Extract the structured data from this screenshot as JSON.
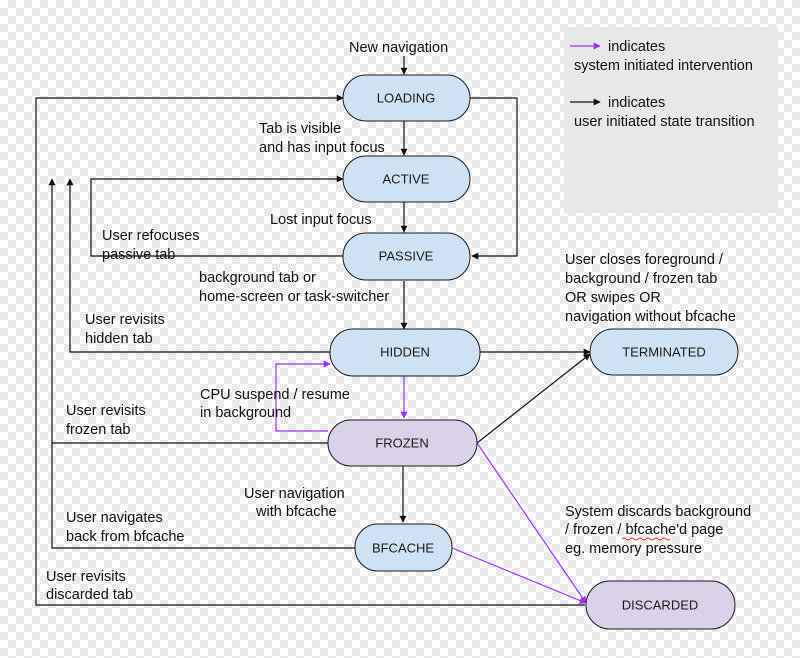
{
  "colors": {
    "node_blue": "#cfe2f3",
    "node_purple": "#d9d2e9",
    "user_arrow": "#111111",
    "system_arrow": "#9b30ff",
    "legend_background": "#e8e8e8"
  },
  "legend": {
    "system_line1": "indicates",
    "system_line2": "system initiated intervention",
    "user_line1": "indicates",
    "user_line2": "user initiated state transition"
  },
  "states": {
    "loading": "LOADING",
    "active": "ACTIVE",
    "passive": "PASSIVE",
    "hidden": "HIDDEN",
    "frozen": "FROZEN",
    "bfcache": "BFCACHE",
    "terminated": "TERMINATED",
    "discarded": "DISCARDED"
  },
  "labels": {
    "new_navigation": "New navigation",
    "tab_visible_1": "Tab is visible",
    "tab_visible_2": "and has input focus",
    "lost_focus": "Lost input focus",
    "refocus_1": "User refocuses",
    "refocus_2": "passive tab",
    "background_1": "background tab or",
    "background_2": "home-screen or task-switcher",
    "revisit_hidden_1": "User revisits",
    "revisit_hidden_2": "hidden tab",
    "cpu_1": "CPU suspend / resume",
    "cpu_2": "in background",
    "revisit_frozen_1": "User revisits",
    "revisit_frozen_2": "frozen tab",
    "user_nav_bfcache_1": "User navigation",
    "user_nav_bfcache_2": "with bfcache",
    "navigates_back_1": "User navigates",
    "navigates_back_2": "back from bfcache",
    "revisit_discarded_1": "User revisits",
    "revisit_discarded_2": "discarded tab",
    "closes_1": "User closes foreground /",
    "closes_2": "background / frozen tab",
    "closes_3": "OR swipes OR",
    "closes_4": "navigation without bfcache",
    "discards_1": "System discards background",
    "discards_2": "/ frozen / bfcache'd page",
    "discards_3": "eg. memory pressure"
  }
}
